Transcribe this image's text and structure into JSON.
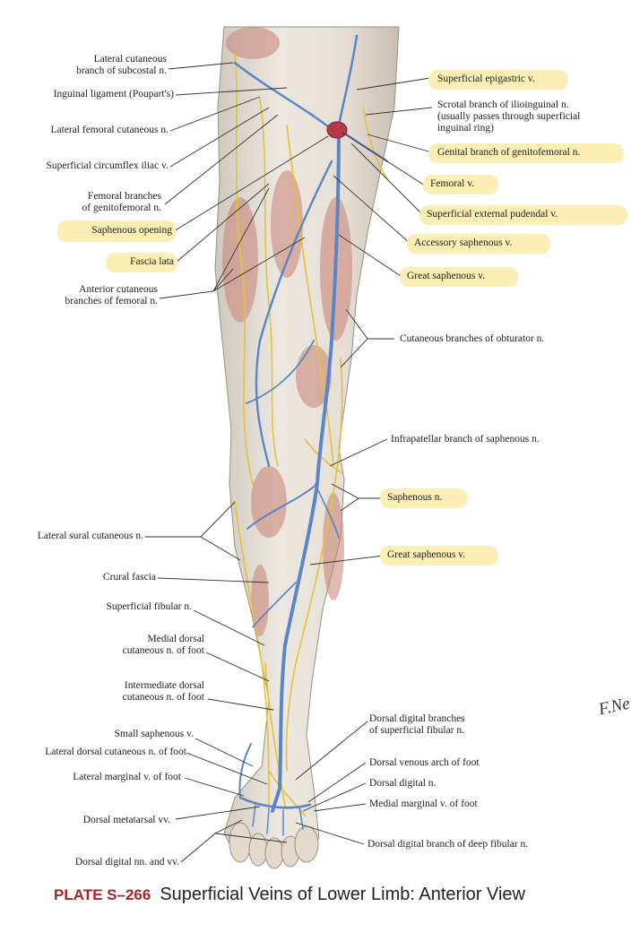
{
  "labels_left": [
    {
      "id": "subcostal",
      "text": "Lateral cutaneous\nbranch of subcostal n.",
      "highlight": false
    },
    {
      "id": "inguinal",
      "text": "Inguinal ligament (Poupart's)",
      "highlight": false
    },
    {
      "id": "latfem",
      "text": "Lateral femoral cutaneous n.",
      "highlight": false
    },
    {
      "id": "circumflex",
      "text": "Superficial circumflex iliac v.",
      "highlight": false
    },
    {
      "id": "genitofem",
      "text": "Femoral branches\nof genitofemoral n.",
      "highlight": false
    },
    {
      "id": "saphopening",
      "text": "Saphenous opening",
      "highlight": true
    },
    {
      "id": "fascialata",
      "text": "Fascia lata",
      "highlight": true
    },
    {
      "id": "antcut",
      "text": "Anterior cutaneous\nbranches of femoral n.",
      "highlight": false
    },
    {
      "id": "latsural",
      "text": "Lateral sural cutaneous n.",
      "highlight": false
    },
    {
      "id": "crural",
      "text": "Crural fascia",
      "highlight": false
    },
    {
      "id": "supfib",
      "text": "Superficial fibular n.",
      "highlight": false
    },
    {
      "id": "meddorsal",
      "text": "Medial dorsal\ncutaneous n. of foot",
      "highlight": false
    },
    {
      "id": "intdorsal",
      "text": "Intermediate dorsal\ncutaneous n. of foot",
      "highlight": false
    },
    {
      "id": "smallsaph",
      "text": "Small saphenous v.",
      "highlight": false
    },
    {
      "id": "latdorsal",
      "text": "Lateral dorsal cutaneous n. of foot",
      "highlight": false
    },
    {
      "id": "latmarg",
      "text": "Lateral marginal v. of foot",
      "highlight": false
    },
    {
      "id": "metatarsal",
      "text": "Dorsal metatarsal vv.",
      "highlight": false
    },
    {
      "id": "digitalnv",
      "text": "Dorsal digital nn. and vv.",
      "highlight": false
    }
  ],
  "labels_right": [
    {
      "id": "epigastric",
      "text": "Superficial epigastric v.",
      "highlight": true
    },
    {
      "id": "scrotal",
      "text": "Scrotal branch of ilioinguinal n.\n(usually passes through superficial\ninguinal ring)",
      "highlight": false
    },
    {
      "id": "genitalbr",
      "text": "Genital branch of genitofemoral n.",
      "highlight": true
    },
    {
      "id": "femoralv",
      "text": "Femoral v.",
      "highlight": true
    },
    {
      "id": "pudendal",
      "text": "Superficial external pudendal v.",
      "highlight": true
    },
    {
      "id": "accsaph",
      "text": "Accessory saphenous v.",
      "highlight": true
    },
    {
      "id": "greatsaph1",
      "text": "Great saphenous v.",
      "highlight": true
    },
    {
      "id": "obturator",
      "text": "Cutaneous branches of obturator n.",
      "highlight": false
    },
    {
      "id": "infrapat",
      "text": "Infrapatellar branch of saphenous n.",
      "highlight": false
    },
    {
      "id": "saphn",
      "text": "Saphenous n.",
      "highlight": true
    },
    {
      "id": "greatsaph2",
      "text": "Great saphenous v.",
      "highlight": true
    },
    {
      "id": "dorsdigsup",
      "text": "Dorsal digital branches\nof superficial fibular n.",
      "highlight": false
    },
    {
      "id": "venarch",
      "text": "Dorsal venous arch of foot",
      "highlight": false
    },
    {
      "id": "dorsdig",
      "text": "Dorsal digital n.",
      "highlight": false
    },
    {
      "id": "medmarg",
      "text": "Medial marginal v. of foot",
      "highlight": false
    },
    {
      "id": "deepfib",
      "text": "Dorsal digital branch of deep fibular n.",
      "highlight": false
    }
  ],
  "caption": {
    "plate": "PLATE S–266",
    "title": "Superficial Veins of Lower Limb: Anterior View"
  },
  "signature": "F.Ne",
  "colors": {
    "vein": "#5b86c5",
    "nerve": "#e6c23a",
    "skin": "#e8e2d8",
    "muscle": "#c98272",
    "highlight": "#fbefb5",
    "plate": "#a3282c"
  }
}
